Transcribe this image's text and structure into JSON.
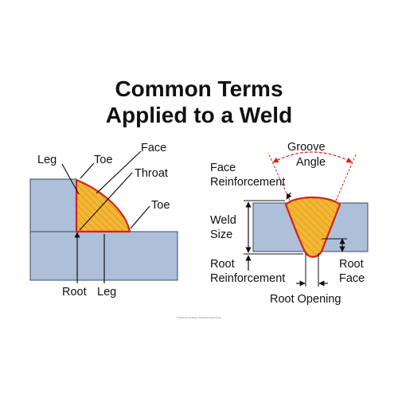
{
  "title": {
    "line1": "Common Terms",
    "line2": "Applied to a Weld"
  },
  "fillet": {
    "leg_top": "Leg",
    "toe_top": "Toe",
    "face": "Face",
    "throat": "Throat",
    "toe_right": "Toe",
    "root": "Root",
    "leg_bottom": "Leg"
  },
  "groove": {
    "groove_angle_1": "Groove",
    "groove_angle_2": "Angle",
    "face_reinf_1": "Face",
    "face_reinf_2": "Reinforcement",
    "weld_size_1": "Weld",
    "weld_size_2": "Size",
    "root_reinf_1": "Root",
    "root_reinf_2": "Reinforcement",
    "root_face_1": "Root",
    "root_face_2": "Face",
    "root_opening": "Root Opening"
  },
  "footer": "© National Institute of Welding Technology",
  "colors": {
    "plate": "#aebfda",
    "plate_stroke": "#3b4b63",
    "weld_fill": "#f5b733",
    "weld_stroke": "#d6221b",
    "dim_red": "#d6221b",
    "text": "#111111"
  }
}
